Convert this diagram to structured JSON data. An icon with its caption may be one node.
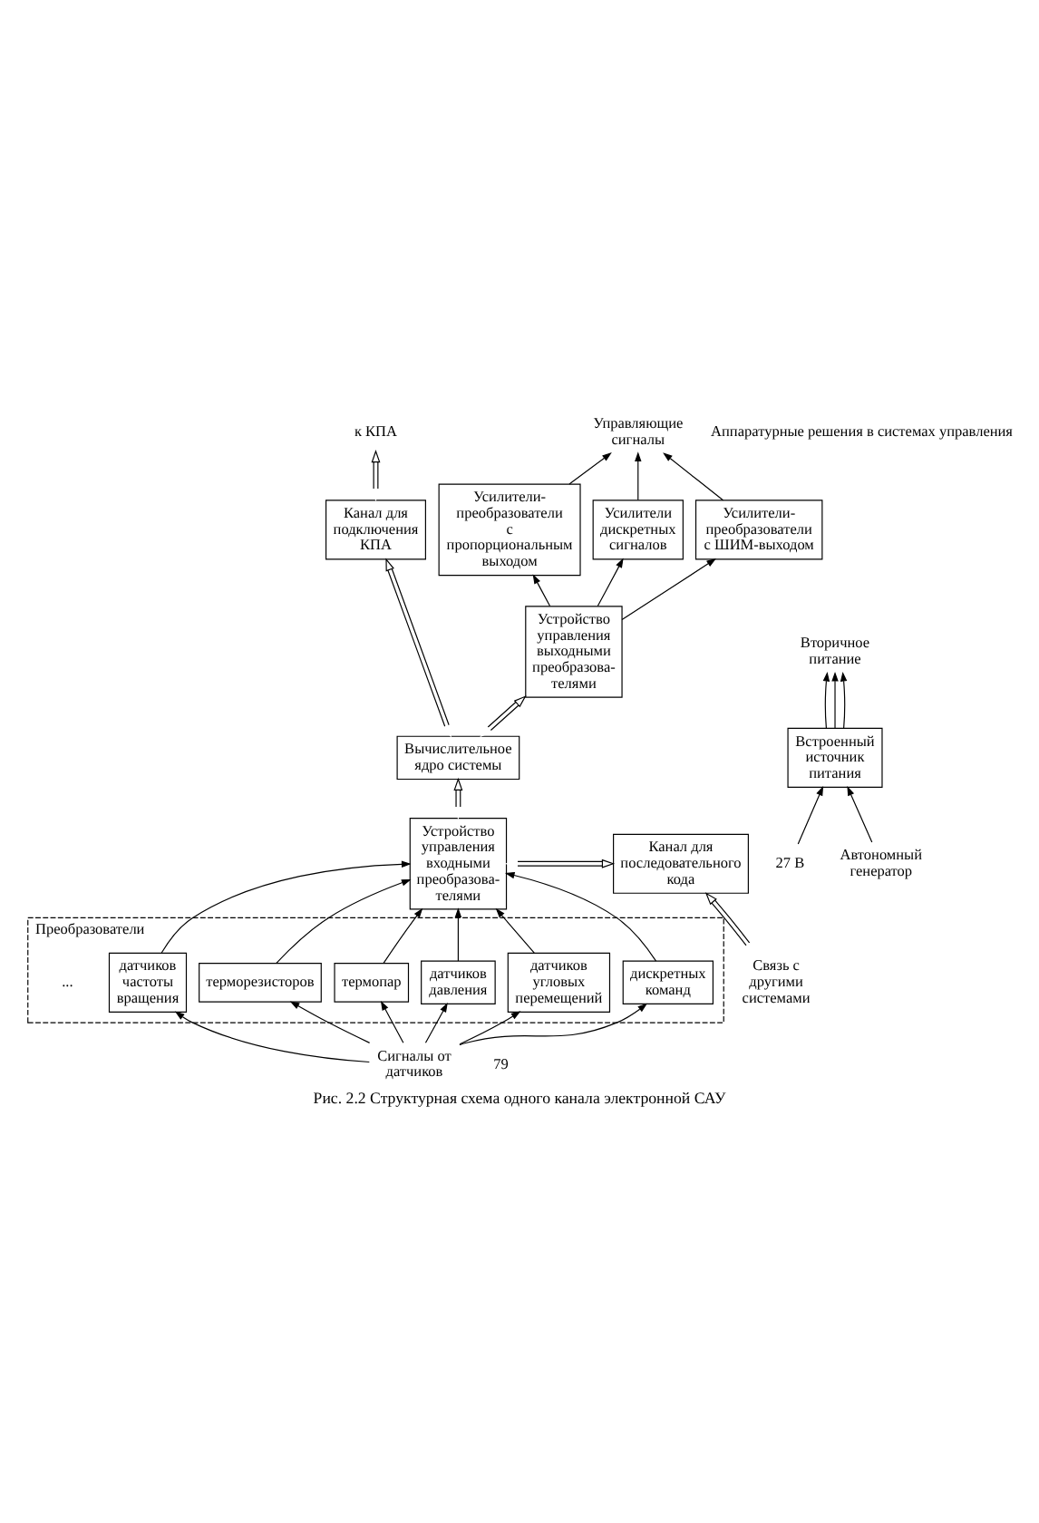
{
  "diagram": {
    "caption": "Рис. 2.2 Структурная схема одного канала электронной САУ",
    "nodes": [
      {
        "text": [
          "Преобразователи"
        ]
      },
      {
        "text": [
          "датчиков частоты вращения"
        ],
        "in": 0
      },
      {
        "text": [
          "терморезисторов"
        ],
        "in": 0
      },
      {
        "text": [
          "термопар"
        ],
        "in": 0
      },
      {
        "text": [
          "датчиков давления"
        ],
        "in": 0
      },
      {
        "text": [
          "датчиков угловых перемещений"
        ],
        "in": 0
      },
      {
        "text": [
          "дискретных команд"
        ],
        "in": 0
      },
      {
        "text": [
          "Устройство управления входными преобразова- телями"
        ]
      },
      {
        "text": [
          "Вычислительное ядро системы"
        ]
      },
      {
        "text": [
          "Канал для подключения КПА"
        ]
      },
      {
        "text": [
          "Устройство управления выходными преобразова- телями"
        ]
      },
      {
        "text": [
          "Усилители- преобразователи с ШИМ-выходом"
        ]
      },
      {
        "text": [
          "Усилители- преобразователи с пропорциональным выходом"
        ]
      },
      {
        "text": [
          "Усилители дискретных сигналов"
        ]
      },
      {
        "text": [
          "Встроенный источник питания"
        ]
      },
      {
        "text": [
          "Канал для последовательного кода"
        ]
      },
      {
        "text": [
          "Сигналы от датчиков"
        ]
      },
      {
        "text": [
          "Управляющие сигналы"
        ]
      },
      {
        "text": [
          "к КПА"
        ]
      },
      {
        "text": [
          "Связь с другими системами"
        ]
      },
      {
        "text": [
          "Вторичное питание"
        ]
      },
      {
        "text": [
          "27 В"
        ]
      },
      {
        "text": [
          "Автономный генератор"
        ]
      }
    ],
    "edges": [
      {
        "from": 16,
        "to": 1,
        "arrow": "to"
      },
      {
        "from": 16,
        "to": 2,
        "arrow": "to"
      },
      {
        "from": 16,
        "to": 3,
        "arrow": "to"
      },
      {
        "from": 16,
        "to": 4,
        "arrow": "to"
      },
      {
        "from": 16,
        "to": 5,
        "arrow": "to"
      },
      {
        "from": 16,
        "to": 6,
        "arrow": "to"
      },
      {
        "from": 1,
        "to": 7,
        "arrow": "to"
      },
      {
        "from": 2,
        "to": 7,
        "arrow": "to"
      },
      {
        "from": 3,
        "to": 7,
        "arrow": "to"
      },
      {
        "from": 4,
        "to": 7,
        "arrow": "to"
      },
      {
        "from": 5,
        "to": 7,
        "arrow": "to"
      },
      {
        "from": 6,
        "to": 7,
        "arrow": "to"
      },
      {
        "from": 7,
        "to": 8,
        "arrow": "both"
      },
      {
        "from": 8,
        "to": 10,
        "arrow": "both"
      },
      {
        "from": 8,
        "to": 9,
        "arrow": "both"
      },
      {
        "from": 9,
        "to": 18,
        "arrow": "both"
      },
      {
        "from": 10,
        "to": 11,
        "arrow": "to"
      },
      {
        "from": 10,
        "to": 12,
        "arrow": "to"
      },
      {
        "from": 10,
        "to": 13,
        "arrow": "to"
      },
      {
        "from": 11,
        "to": 17,
        "arrow": "to"
      },
      {
        "from": 12,
        "to": 17,
        "arrow": "to"
      },
      {
        "from": 13,
        "to": 17,
        "arrow": "to"
      },
      {
        "from": 7,
        "to": 15,
        "arrow": "both"
      },
      {
        "from": 19,
        "to": 15,
        "arrow": "both"
      },
      {
        "from": 14,
        "to": 20,
        "arrow": "to"
      },
      {
        "from": 14,
        "to": 20,
        "arrow": "to"
      },
      {
        "from": 14,
        "to": 20,
        "arrow": "to"
      },
      {
        "from": 21,
        "to": 14,
        "arrow": "to"
      },
      {
        "from": 22,
        "to": 14,
        "arrow": "to"
      }
    ],
    "labels": [
      "Аппаратурные решения в системах управления",
      "...",
      "79"
    ]
  }
}
